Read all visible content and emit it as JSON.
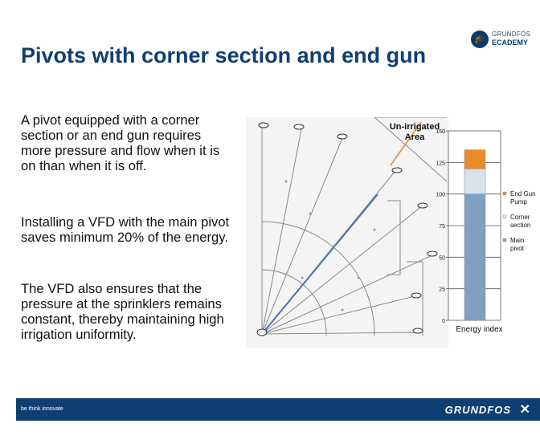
{
  "header": {
    "logo_line1": "GRUNDFOS",
    "logo_line2": "ECADEMY",
    "logo_icon": "graduation-cap-icon",
    "title": "Pivots with corner section and end gun"
  },
  "body": {
    "paragraphs": [
      "A pivot equipped with a corner section or an end gun requires more pressure and flow when  it is on than when it is off.",
      "Installing a VFD with the main pivot  saves minimum 20% of the energy.",
      "The VFD also ensures that the pressure at the sprinklers remains  constant, thereby maintaining high irrigation uniformity."
    ]
  },
  "figure": {
    "label_line1": "Un-irrigated",
    "label_line2": "Area"
  },
  "chart_data": {
    "type": "bar",
    "stacked": true,
    "categories": [
      "Energy index"
    ],
    "series": [
      {
        "name": "Main pivot",
        "values": [
          100
        ],
        "color": "#7f9fc4"
      },
      {
        "name": "Corner section",
        "values": [
          20
        ],
        "color": "#d6e3ef"
      },
      {
        "name": "End Gun Pump",
        "values": [
          15
        ],
        "color": "#e98b2c"
      }
    ],
    "xlabel": "Energy index",
    "ylim": [
      0,
      150
    ],
    "yticks": [
      0,
      25,
      50,
      75,
      100,
      125,
      150
    ],
    "grid": true,
    "legend": "right"
  },
  "footer": {
    "tagline": "be think innovate",
    "brand": "GRUNDFOS",
    "brand_icon": "grundfos-x-icon"
  },
  "colors": {
    "title": "#0f3f72",
    "footer_bg": "#0f3f72",
    "main_pivot": "#7f9fc4",
    "corner_section": "#d6e3ef",
    "end_gun": "#e98b2c"
  }
}
